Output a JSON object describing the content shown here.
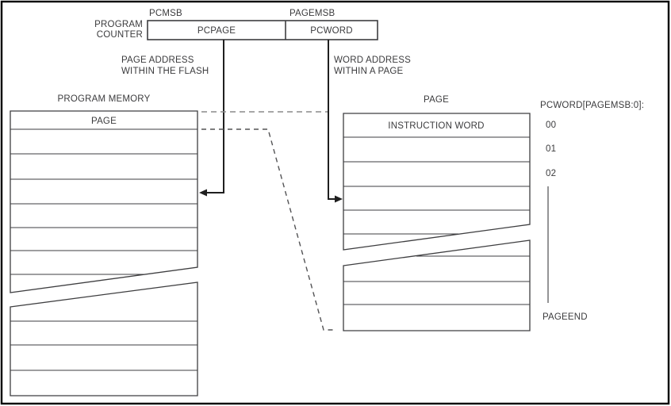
{
  "colors": {
    "background": "#ffffff",
    "line": "#3e3e40",
    "text": "#3b3b3d",
    "arrow": "#1f1f1f",
    "dash_light": "#8a8a8a",
    "dash_dark": "#535355",
    "border": "#000000"
  },
  "register": {
    "pcmsb": "PCMSB",
    "pagemsb": "PAGEMSB",
    "counter_line1": "PROGRAM",
    "counter_line2": "COUNTER",
    "pcpage": "PCPAGE",
    "pcword": "PCWORD"
  },
  "notes": {
    "page_address_1": "PAGE ADDRESS",
    "page_address_2": "WITHIN THE FLASH",
    "word_address_1": "WORD ADDRESS",
    "word_address_2": "WITHIN A PAGE"
  },
  "program_memory": {
    "title": "PROGRAM MEMORY",
    "row0": "PAGE"
  },
  "page_detail": {
    "title": "PAGE",
    "row0": "INSTRUCTION WORD",
    "index_header": "PCWORD[PAGEMSB:0]:",
    "indices": [
      "00",
      "01",
      "02"
    ],
    "page_end": "PAGEEND"
  }
}
